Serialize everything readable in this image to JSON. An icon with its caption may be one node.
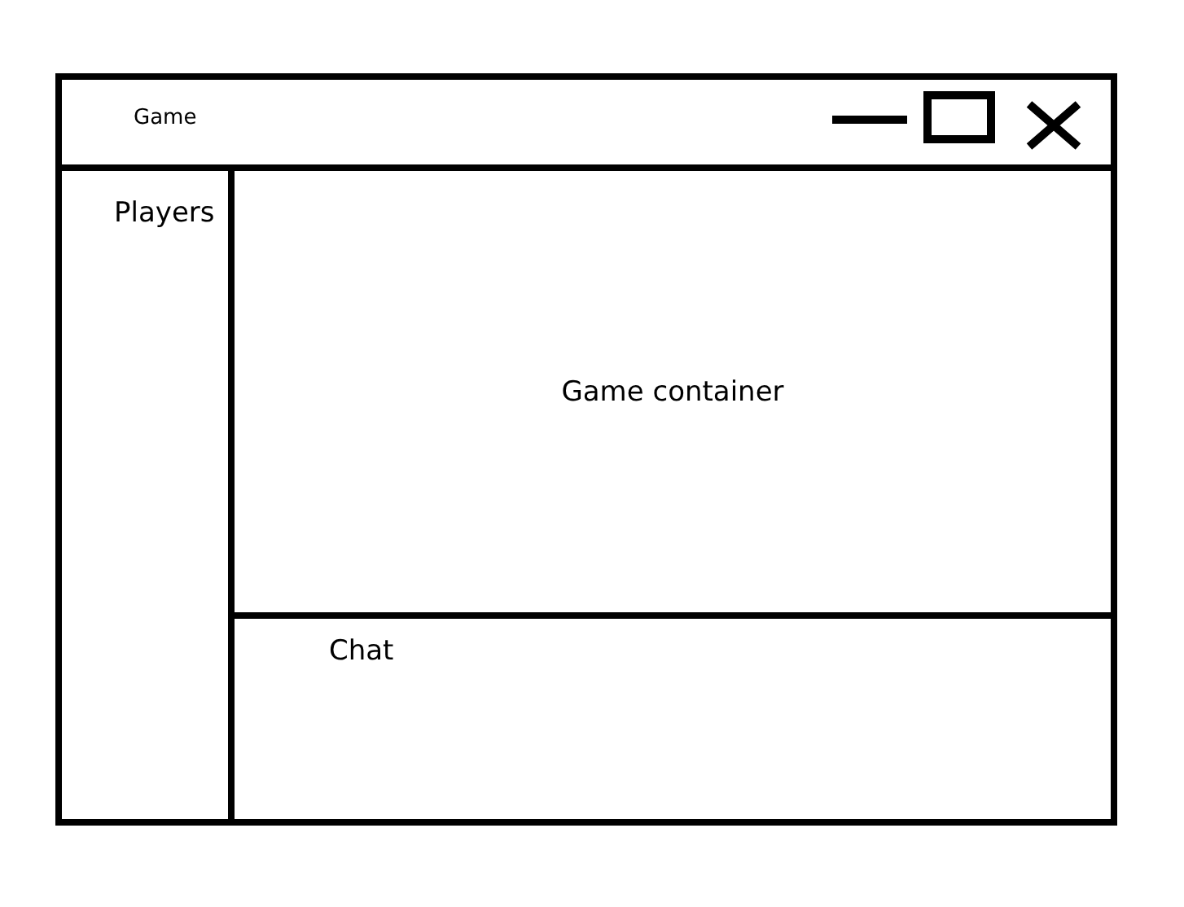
{
  "diagram": {
    "nodes": [
      {
        "text": [
          "Game"
        ]
      },
      {
        "text": [
          "Players"
        ],
        "in": 0
      },
      {
        "text": [
          "Game container"
        ],
        "in": 0
      },
      {
        "text": [
          "Chat"
        ],
        "in": 0
      }
    ]
  }
}
